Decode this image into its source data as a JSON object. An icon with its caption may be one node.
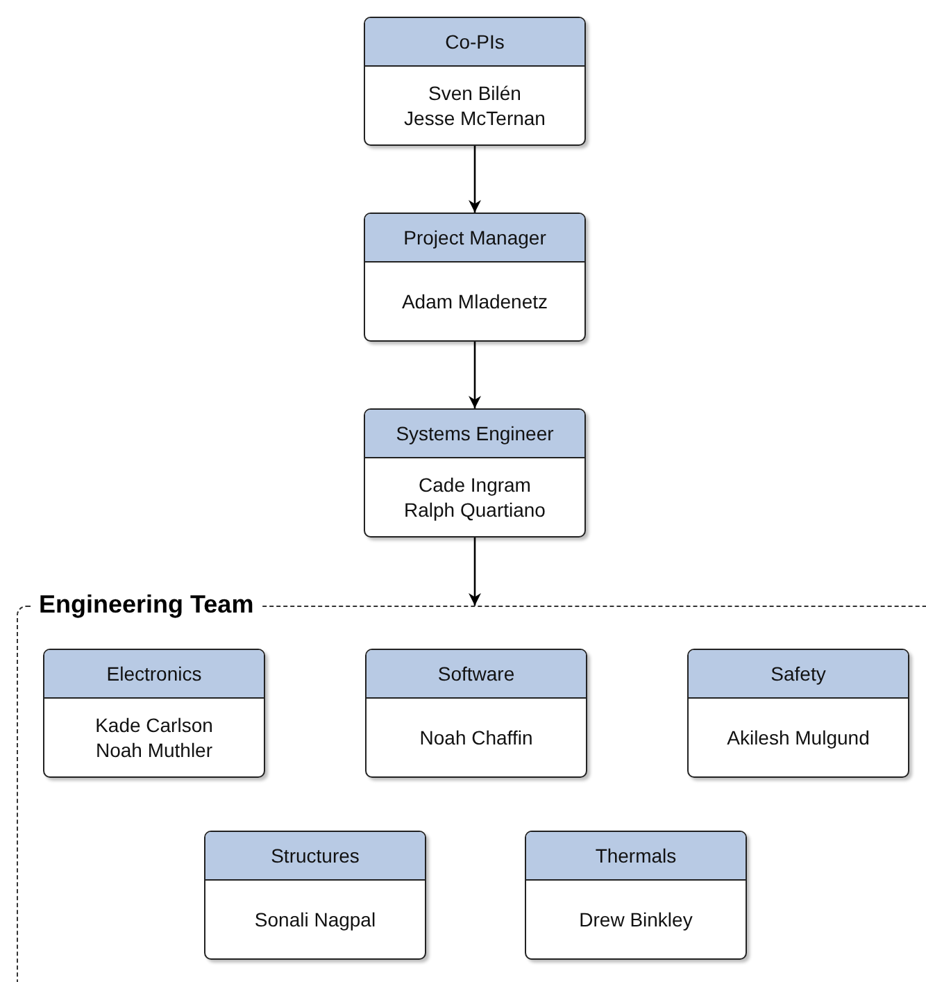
{
  "diagram": {
    "nodes": [
      {
        "text": [
          "Co-PIs",
          "Sven Bilén",
          "Jesse McTernan"
        ]
      },
      {
        "text": [
          "Project Manager",
          "Adam Mladenetz"
        ]
      },
      {
        "text": [
          "Systems Engineer",
          "Cade Ingram",
          "Ralph Quartiano"
        ]
      },
      {
        "text": [
          "Engineering Team"
        ]
      },
      {
        "text": [
          "Electronics",
          "Kade Carlson",
          "Noah Muthler"
        ],
        "in": 3
      },
      {
        "text": [
          "Software",
          "Noah Chaffin"
        ],
        "in": 3
      },
      {
        "text": [
          "Safety",
          "Akilesh Mulgund"
        ],
        "in": 3
      },
      {
        "text": [
          "Structures",
          "Sonali Nagpal"
        ],
        "in": 3
      },
      {
        "text": [
          "Thermals",
          "Drew Binkley"
        ],
        "in": 3
      }
    ],
    "edges": [
      {
        "from": 0,
        "to": 1,
        "arrow": "to"
      },
      {
        "from": 1,
        "to": 2,
        "arrow": "to"
      },
      {
        "from": 2,
        "to": 3,
        "arrow": "to"
      }
    ]
  }
}
